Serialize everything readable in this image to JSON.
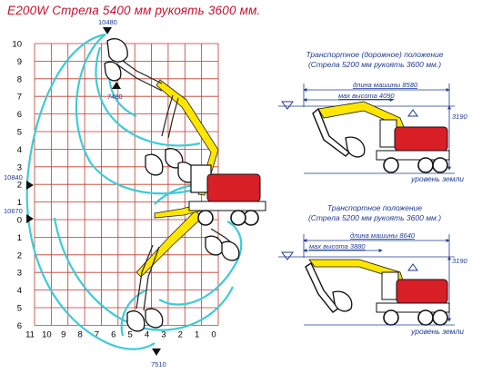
{
  "title": "E200W Стрела 5400 мм рукоять 3600 мм.",
  "chart": {
    "y_up_labels": [
      "10",
      "9",
      "8",
      "7",
      "6",
      "5",
      "4",
      "3",
      "2",
      "1",
      "0"
    ],
    "y_down_labels": [
      "1",
      "2",
      "3",
      "4",
      "5",
      "6"
    ],
    "x_labels": [
      "11",
      "10",
      "9",
      "8",
      "7",
      "6",
      "5",
      "4",
      "3",
      "2",
      "1",
      "0"
    ],
    "markers": {
      "top_reach": "10480",
      "upper_level": "7480",
      "side_upper": "10840",
      "side_lower": "10670",
      "bottom_depth": "7510"
    },
    "colors": {
      "grid": "#c0392b",
      "envelope": "#3ecbd6",
      "boom": "#ffe600",
      "machine": "#d81f26"
    }
  },
  "transport_road": {
    "caption_line1": "Транспортное (дорожное) положение",
    "caption_line2": "(Стрела 5200 мм рукоять 3600 мм.)",
    "length": "длина машины 8580",
    "max_height": "мах высота 4090",
    "side_dim": "3190",
    "ground": "уровень земли"
  },
  "transport": {
    "caption_line1": "Транспортное положение",
    "caption_line2": "(Стрела 5200 мм рукоять 3600 мм.)",
    "length": "длина машины 8640",
    "max_height": "мах высота 3880",
    "side_dim": "3190",
    "ground": "уровень земли"
  }
}
